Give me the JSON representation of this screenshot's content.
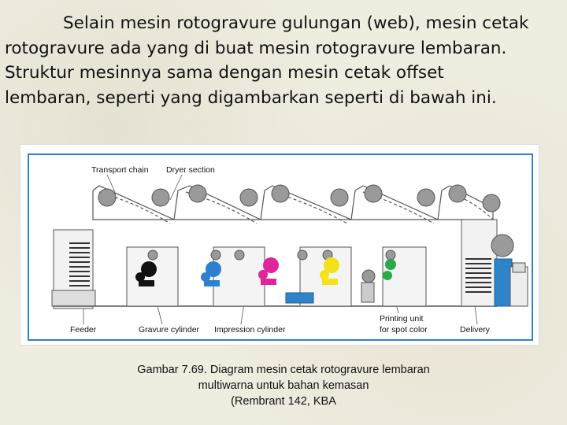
{
  "paragraph": {
    "line1": "Selain mesin rotogravure gulungan (web), mesin cetak",
    "line2": "rotogravure ada yang di buat mesin rotogravure lembaran.",
    "line3": "Struktur mesinnya sama dengan mesin cetak offset",
    "line4": "lembaran, seperti yang digambarkan seperti di bawah ini."
  },
  "diagram": {
    "labels": {
      "transport_chain": "Transport chain",
      "dryer_section": "Dryer section",
      "feeder": "Feeder",
      "gravure_cylinder": "Gravure cylinder",
      "impression_cylinder": "Impression cylinder",
      "printing_unit_line1": "Printing unit",
      "printing_unit_line2": "for spot color",
      "delivery": "Delivery"
    },
    "colors": {
      "frame_blue": "#2f83c8",
      "unit_black": "#111111",
      "unit_cyan": "#2f7fd0",
      "unit_magenta": "#e0249a",
      "unit_yellow": "#f2e21a",
      "unit_green": "#2aa84a",
      "roller_gray": "#9a9a9a"
    }
  },
  "caption": {
    "line1": "Gambar 7.69. Diagram mesin cetak rotogravure lembaran",
    "line2": "multiwarna untuk bahan kemasan",
    "line3": "(Rembrant 142, KBA"
  }
}
